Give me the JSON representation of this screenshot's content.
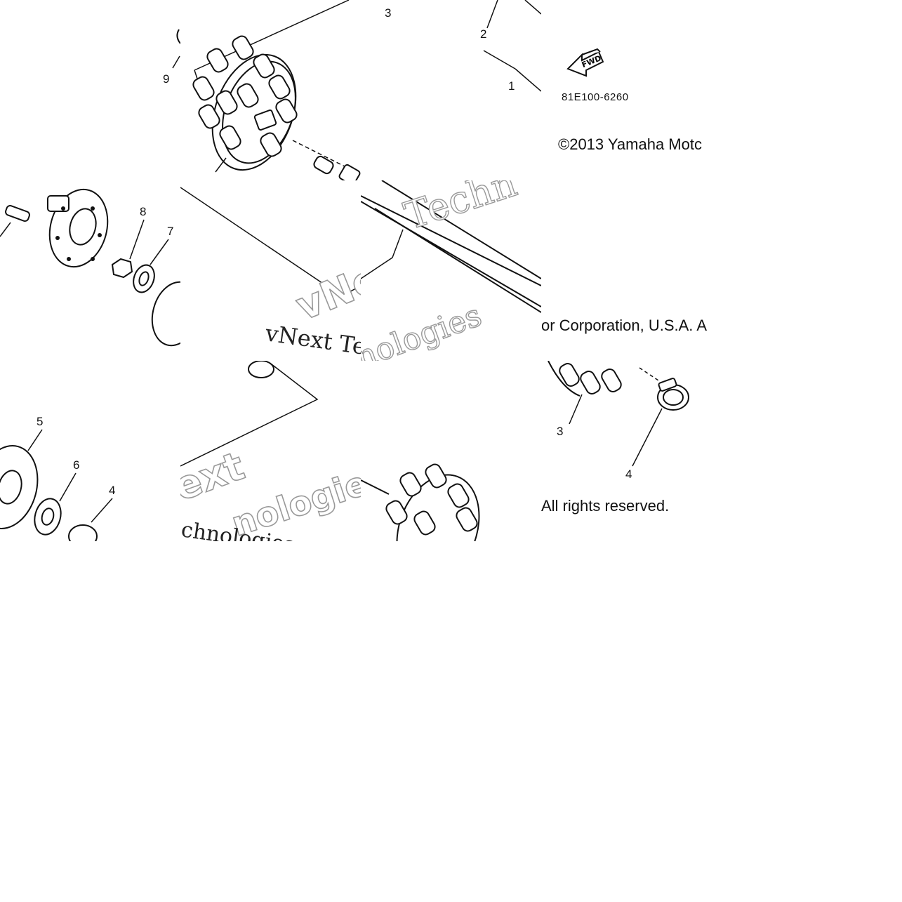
{
  "callouts": {
    "n1": "1",
    "n2": "2",
    "n3a": "3",
    "n3b": "3",
    "n4a": "4",
    "n4b": "4",
    "n5": "5",
    "n6": "6",
    "n7": "7",
    "n8": "8",
    "n9": "9"
  },
  "fwd_label": "FWD",
  "part_code": "81E100-6260",
  "copyright": {
    "line1": "©2013 Yamaha Motc",
    "line2": "or Corporation, U.S.A. A",
    "line3": "All rights reserved."
  },
  "watermarks": {
    "w1": "Techn",
    "w2": "vNe",
    "w3": "vNext Tec",
    "w4": "nologies",
    "w5": "ext",
    "w6": "nologies",
    "w7": "chnologies"
  }
}
